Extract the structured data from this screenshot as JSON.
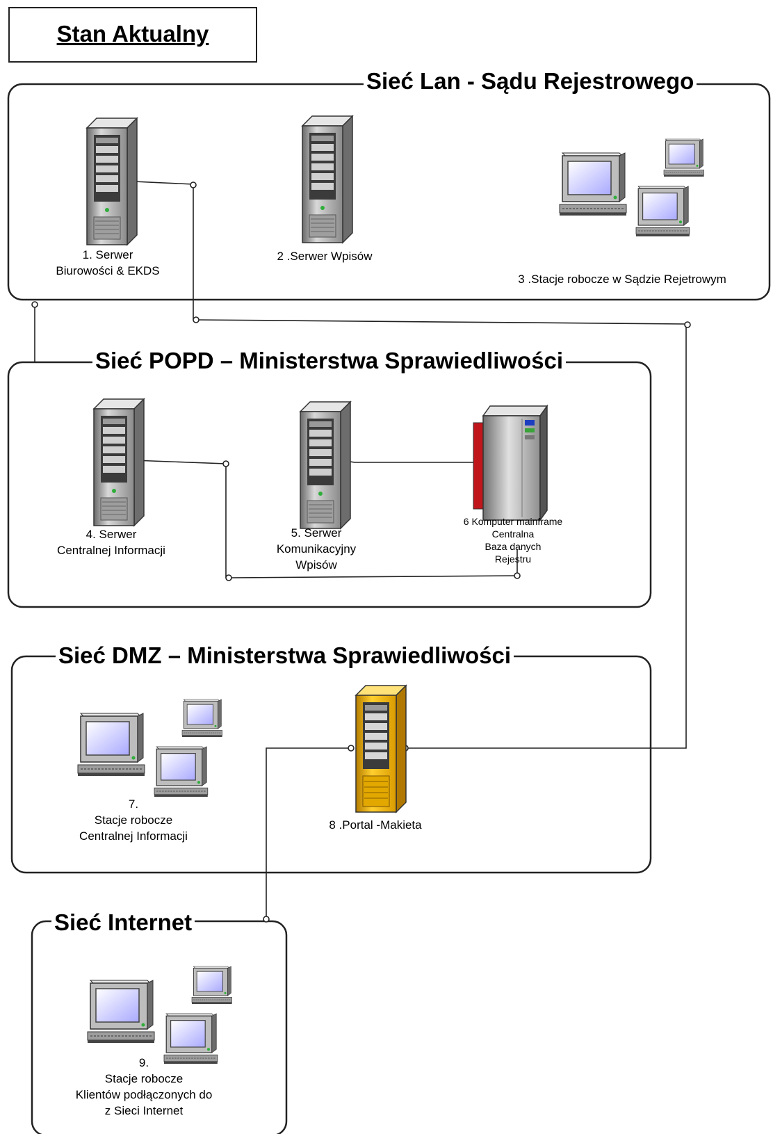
{
  "title": "Stan Aktualny",
  "networks": {
    "lan": "Sieć Lan - Sądu Rejestrowego",
    "popd": "Sieć POPD – Ministerstwa Sprawiedliwości",
    "dmz": "Sieć DMZ – Ministerstwa Sprawiedliwości",
    "internet": "Sieć Internet"
  },
  "nodes": {
    "n1": [
      "1. Serwer",
      "Biurowości & EKDS"
    ],
    "n2": [
      "2 .Serwer Wpisów"
    ],
    "n3": [
      "3 .Stacje robocze w Sądzie Rejetrowym"
    ],
    "n4": [
      "4. Serwer",
      "Centralnej Informacji"
    ],
    "n5": [
      "5. Serwer",
      "Komunikacyjny",
      "Wpisów"
    ],
    "n6": [
      "6 Komputer mainframe",
      "Centralna",
      "Baza danych",
      "Rejestru"
    ],
    "n7": [
      "7.",
      "Stacje robocze",
      "Centralnej Informacji"
    ],
    "n8": [
      "8 .Portal -Makieta"
    ],
    "n9": [
      "9.",
      "Stacje robocze",
      "Klientów podłączonych do",
      "z Sieci Internet"
    ]
  },
  "colors": {
    "line": "#222222",
    "server_body": "#b9b9b9",
    "server_dark": "#555555",
    "portal": "#f2b705",
    "mainframe": "#b8b8b8",
    "mainframe_red": "#c0161b",
    "screen": "#c9c9ff"
  }
}
